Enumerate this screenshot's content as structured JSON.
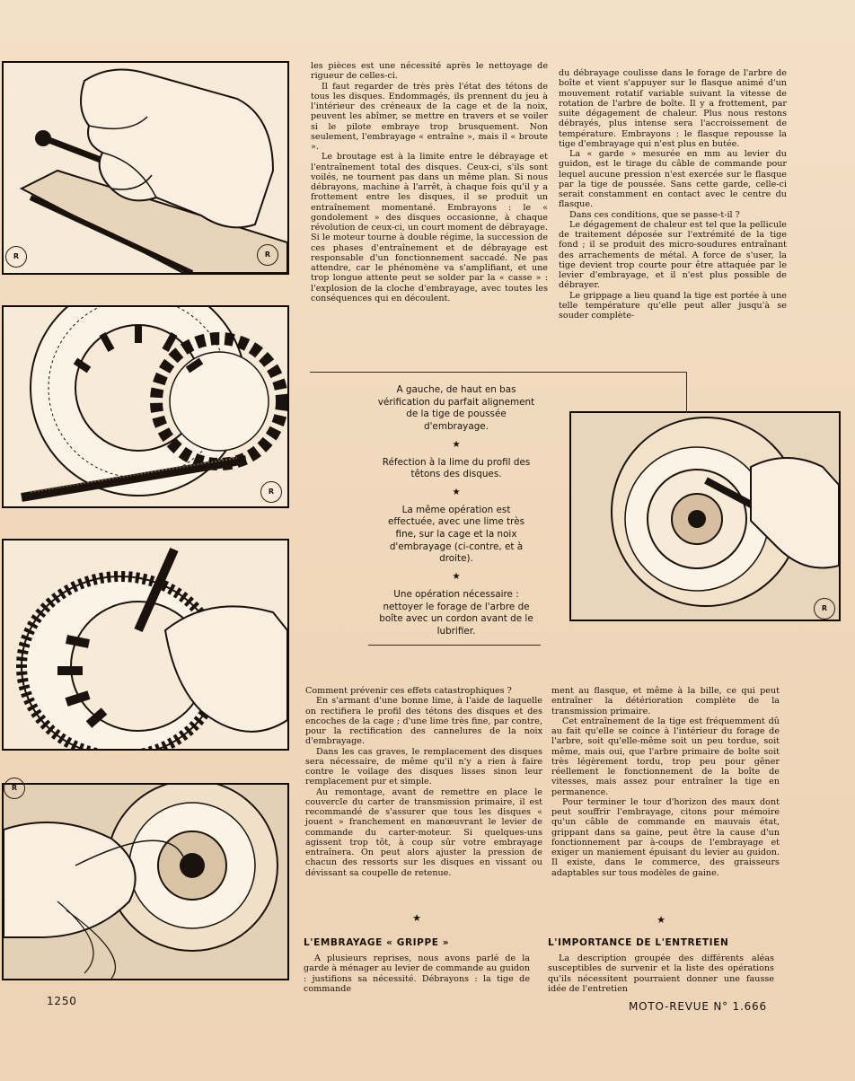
{
  "column_top_1": [
    "les pièces est une nécessité après le nettoyage de rigueur de celles-ci.",
    "Il faut regarder de très près l'état des tétons de tous les disques. Endommagés, ils prennent du jeu à l'intérieur des créneaux de la cage et de la noix, peuvent les abîmer, se mettre en travers et se voiler si le pilote embraye trop brusquement. Non seulement, l'embrayage « entraîne », mais il « broute ».",
    "Le broutage est à la limite entre le débrayage et l'entraînement total des disques. Ceux-ci, s'ils sont voilés, ne tournent pas dans un même plan. Si nous débrayons, machine à l'arrêt, à chaque fois qu'il y a frottement entre les disques, il se produit un entraînement momentané. Embrayons : le « gondolement » des disques occasionne, à chaque révolution de ceux-ci, un court moment de débrayage. Si le moteur tourne à double régime, la succession de ces phases d'entraînement et de débrayage est responsable d'un fonctionnement saccadé. Ne pas attendre, car le phénomène va s'amplifiant, et une trop longue attente peut se solder par la « casse » : l'explosion de la cloche d'embrayage, avec toutes les conséquences qui en découlent."
  ],
  "column_top_2": [
    "du débrayage coulisse dans le forage de l'arbre de boîte et vient s'appuyer sur le flasque animé d'un mouvement rotatif variable suivant la vitesse de rotation de l'arbre de boîte. Il y a frottement, par suite dégagement de chaleur. Plus nous restons débrayés, plus intense sera l'accroissement de température. Embrayons : le flasque repousse la tige d'embrayage qui n'est plus en butée.",
    "La « garde » mesurée en mm au levier du guidon, est le tirage du câble de commande pour lequel aucune pression n'est exercée sur le flasque par la tige de poussée. Sans cette garde, celle-ci serait constamment en contact avec le centre du flasque.",
    "Dans ces conditions, que se passe-t-il ?",
    "Le dégagement de chaleur est tel que la pellicule de traitement déposée sur l'extrémité de la tige fond ; il se produit des micro-soudures entraînant des arrachements de métal. A force de s'user, la tige devient trop courte pour être attaquée par le levier d'embrayage, et il n'est plus possible de débrayer.",
    "Le grippage a lieu quand la tige est portée à une telle température qu'elle peut aller jusqu'à se souder complète-"
  ],
  "caption": {
    "item1": "A gauche, de haut en bas vérification du parfait alignement de la tige de poussée d'embrayage.",
    "item2": "Réfection à la lime du profil des têtons des disques.",
    "item3": "La même opération est effectuée, avec une lime très fine, sur la cage et la noix d'embrayage (ci-contre, et à droite).",
    "item4": "Une opération nécessaire : nettoyer le forage de l'arbre de boîte avec un cordon avant de le lubrifier.",
    "star": "★"
  },
  "column_bottom_1": [
    "Comment prévenir ces effets catastrophiques ?",
    "En s'armant d'une bonne lime, à l'aide de laquelle on rectifiera le profil des tétons des disques et des encoches de la cage ; d'une lime très fine, par contre, pour la rectification des cannelures de la noix d'embrayage.",
    "Dans les cas graves, le remplacement des disques sera nécessaire, de même qu'il n'y a rien à faire contre le voilage des disques lisses sinon leur remplacement pur et simple.",
    "Au remontage, avant de remettre en place le couvercle du carter de transmission primaire, il est recommandé de s'assurer que tous les disques « jouent » franchement en manœuvrant le levier de commande du carter-moteur. Si quelques-uns agissent trop tôt, à coup sûr votre embrayage entraînera. On peut alors ajuster la pression de chacun des ressorts sur les disques en vissant ou dévissant sa coupelle de retenue."
  ],
  "column_bottom_2": [
    "ment au flasque, et même à la bille, ce qui peut entraîner la détérioration complète de la transmission primaire.",
    "Cet entraînement de la tige est fréquemment dû au fait qu'elle se coince à l'intérieur du forage de l'arbre, soit qu'elle-même soit un peu tordue, soit même, mais oui, que l'arbre primaire de boîte soit très légèrement tordu, trop peu pour gêner réellement le fonctionnement de la boîte de vitesses, mais assez pour entraîner la tige en permanence.",
    "Pour terminer le tour d'horizon des maux dont peut souffrir l'embrayage, citons pour mémoire qu'un câble de commande en mauvais état, grippant dans sa gaine, peut être la cause d'un fonctionnement par à-coups de l'embrayage et exiger un maniement épuisant du levier au guidon. Il existe, dans le commerce, des graisseurs adaptables sur tous modèles de gaine."
  ],
  "section_left": {
    "star": "★",
    "title": "L'EMBRAYAGE « GRIPPE »",
    "text": "A plusieurs reprises, nous avons parlé de la garde à ménager au levier de commande au guidon : justifions sa nécessité. Débrayons : la tige de commande"
  },
  "section_right": {
    "star": "★",
    "title": "L'IMPORTANCE DE L'ENTRETIEN",
    "text": "La description groupée des différents aléas susceptibles de survenir et la liste des opérations qu'ils nécessitent pourraient donner une fausse idée de l'entretien"
  },
  "footer": {
    "page_number": "1250",
    "magazine": "MOTO-REVUE N° 1.666"
  },
  "stamps": [
    "R",
    "R",
    "R",
    "R",
    "R"
  ]
}
